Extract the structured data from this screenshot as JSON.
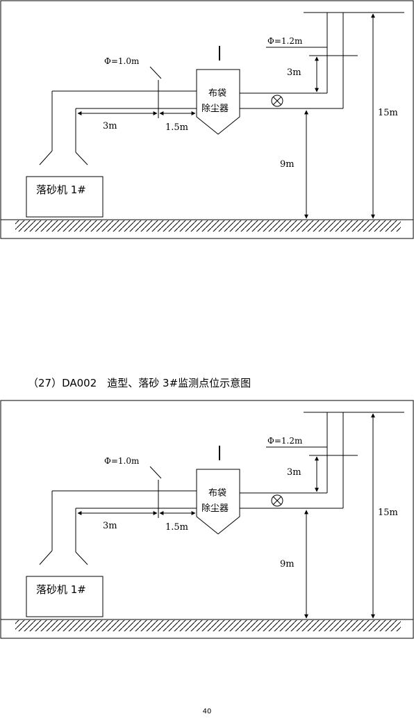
{
  "caption": "（27）DA002　造型、落砂 3#监测点位示意图",
  "page_number": "40",
  "diagram": {
    "inlet_diameter": "Φ=1.0m",
    "outlet_diameter": "Φ=1.2m",
    "filter_line1": "布袋",
    "filter_line2": "除尘器",
    "machine_label": "落砂机 1#",
    "dim_3m_horizontal": "3m",
    "dim_1_5m": "1.5m",
    "dim_3m_vertical": "3m",
    "dim_9m": "9m",
    "dim_15m": "15m"
  }
}
